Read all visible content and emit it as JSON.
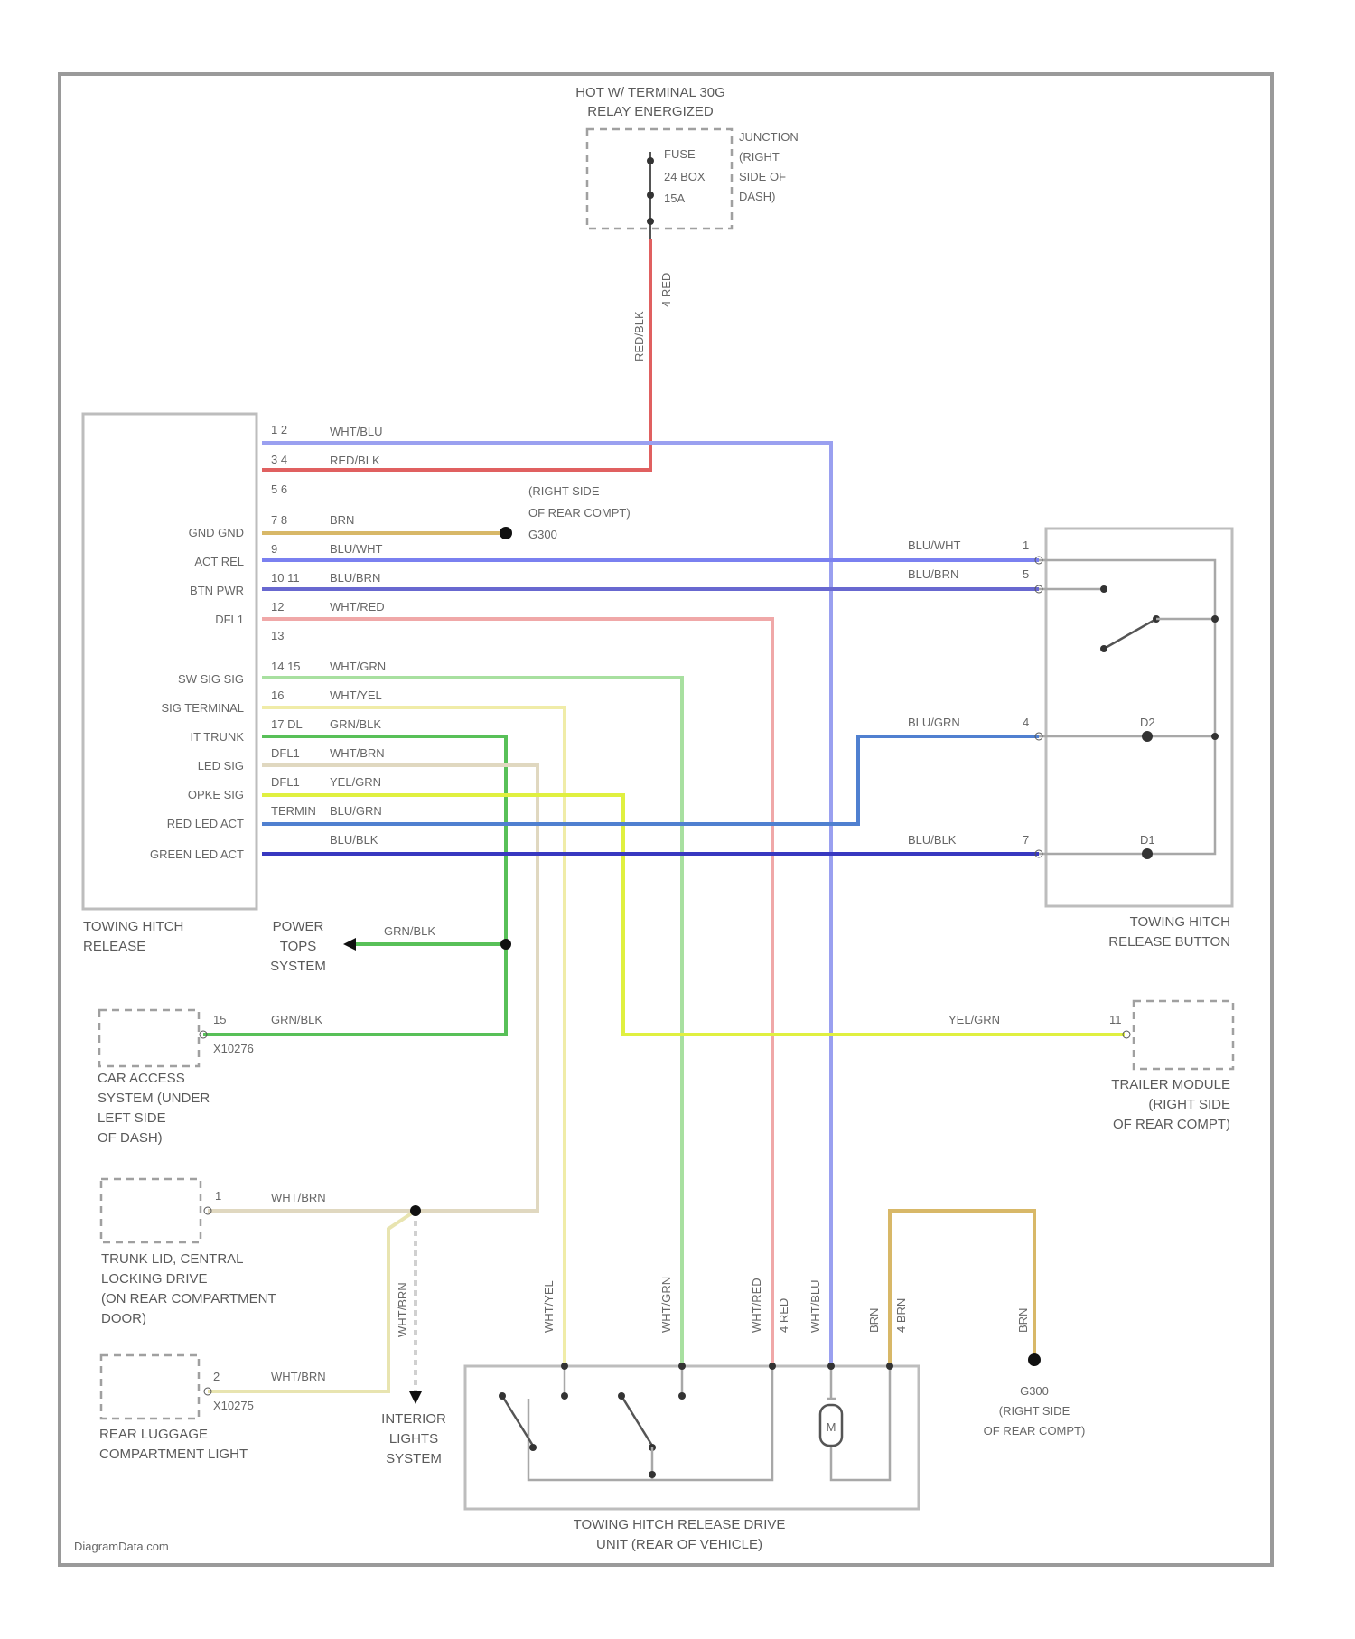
{
  "top_source": {
    "title_line1": "HOT W/ TERMINAL 30G",
    "title_line2": "RELAY ENERGIZED",
    "fuse_line1": "FUSE",
    "fuse_line2": "24 BOX",
    "fuse_line3": "15A",
    "junction_line1": "JUNCTION",
    "junction_line2": "(RIGHT",
    "junction_line3": "SIDE OF",
    "junction_line4": "DASH)",
    "wire_label_a": "RED/BLK",
    "wire_label_b": "4 RED"
  },
  "module": {
    "name_line1": "TOWING HITCH",
    "name_line2": "RELEASE",
    "left_labels": [
      "GND GND",
      "ACT REL",
      "BTN PWR",
      "DFL1",
      "SW SIG SIG",
      "SIG TERMINAL",
      "IT TRUNK",
      "LED SIG",
      "OPKE SIG",
      "RED LED ACT",
      "GREEN LED ACT"
    ],
    "pins": [
      "1 2",
      "3 4",
      "5 6",
      "7 8",
      "9",
      "10 11",
      "12",
      "13",
      "14 15",
      "16",
      "17 DL",
      "DFL1",
      "DFL1",
      "TERMIN",
      ""
    ],
    "wire_colors": [
      "WHT/BLU",
      "RED/BLK",
      "",
      "BRN",
      "BLU/WHT",
      "BLU/BRN",
      "WHT/RED",
      "",
      "WHT/GRN",
      "WHT/YEL",
      "GRN/BLK",
      "WHT/BRN",
      "YEL/GRN",
      "BLU/GRN",
      "BLU/BLK"
    ]
  },
  "ground_rear": {
    "line1": "(RIGHT SIDE",
    "line2": "OF REAR COMPT)",
    "line3": "G300"
  },
  "button": {
    "name_line1": "TOWING HITCH",
    "name_line2": "RELEASE BUTTON",
    "wire_labels": [
      "BLU/WHT",
      "BLU/BRN",
      "BLU/GRN",
      "BLU/BLK"
    ],
    "pins": [
      "1",
      "5",
      "4",
      "7"
    ],
    "led_labels": [
      "D2",
      "D1"
    ]
  },
  "power_tops": {
    "line1": "POWER",
    "line2": "TOPS",
    "line3": "SYSTEM",
    "wire": "GRN/BLK"
  },
  "car_access": {
    "pin": "15",
    "connector": "X10276",
    "wire": "GRN/BLK",
    "line1": "CAR ACCESS",
    "line2": "SYSTEM (UNDER",
    "line3": "LEFT SIDE",
    "line4": "OF DASH)"
  },
  "trailer": {
    "pin": "11",
    "wire": "YEL/GRN",
    "line1": "TRAILER MODULE",
    "line2": "(RIGHT SIDE",
    "line3": "OF REAR COMPT)"
  },
  "trunk_lid": {
    "pin": "1",
    "wire": "WHT/BRN",
    "line1": "TRUNK LID, CENTRAL",
    "line2": "LOCKING DRIVE",
    "line3": "(ON REAR COMPARTMENT",
    "line4": "DOOR)"
  },
  "luggage": {
    "pin": "2",
    "connector": "X10275",
    "wire": "WHT/BRN",
    "line1": "REAR LUGGAGE",
    "line2": "COMPARTMENT LIGHT"
  },
  "interior": {
    "wire": "WHT/BRN",
    "line1": "INTERIOR",
    "line2": "LIGHTS",
    "line3": "SYSTEM"
  },
  "drive_unit": {
    "line1": "TOWING HITCH RELEASE DRIVE",
    "line2": "UNIT (REAR OF VEHICLE)",
    "wire_labels": [
      "WHT/YEL",
      "WHT/GRN",
      "WHT/RED",
      "WHT/BLU",
      "BRN",
      "BRN"
    ],
    "pin_labels": [
      "4 RED",
      "4 BRN"
    ],
    "motor": "M"
  },
  "ground_bottom": {
    "id": "G300",
    "line1": "(RIGHT SIDE",
    "line2": "OF REAR COMPT)"
  },
  "watermark": "DiagramData.com",
  "colors": {
    "red": "#e06060",
    "lavender": "#9aa0f0",
    "blue": "#6a6ae0",
    "tan": "#d8b868",
    "pink": "#f0a8a8",
    "lightgreen": "#a8e0a0",
    "green": "#58c058",
    "paleyellow": "#f0eca8",
    "yellowgreen": "#e0f040",
    "steelblue": "#5080d0",
    "navy": "#3838c0"
  }
}
